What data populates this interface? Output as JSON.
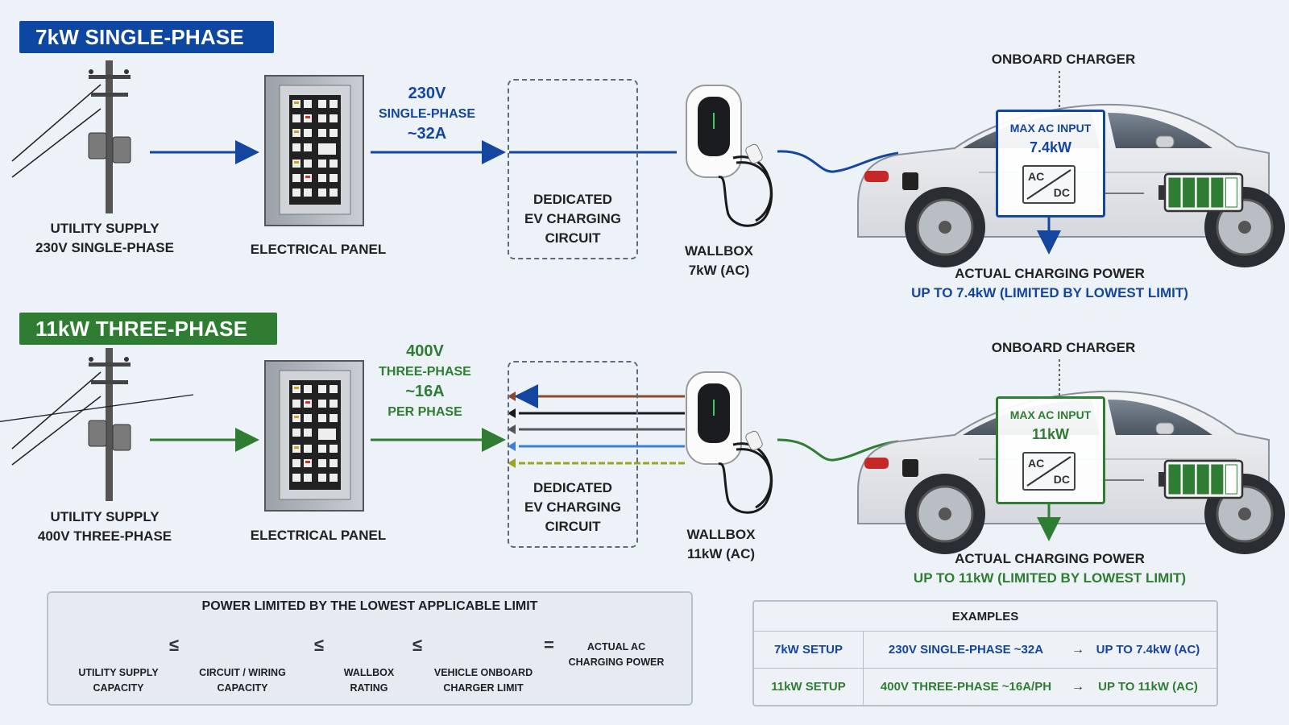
{
  "colors": {
    "blue": "#1446a0",
    "green": "#2e7d32",
    "brown": "#8b4a2b",
    "black": "#1a1a1a",
    "gray": "#555555",
    "lightblue": "#3d7fd6",
    "yellowgreen": "#9aa520"
  },
  "top": {
    "banner": "7kW SINGLE-PHASE",
    "utility_line1": "UTILITY SUPPLY",
    "utility_line2": "230V SINGLE-PHASE",
    "panel_label": "ELECTRICAL PANEL",
    "spec_line1": "230V",
    "spec_line2": "SINGLE-PHASE",
    "spec_line3": "~32A",
    "circuit_line1": "DEDICATED",
    "circuit_line2": "EV CHARGING",
    "circuit_line3": "CIRCUIT",
    "wallbox_line1": "WALLBOX",
    "wallbox_line2": "7kW (AC)",
    "obc_title": "ONBOARD CHARGER",
    "obc_max": "MAX AC INPUT",
    "obc_value": "7.4kW",
    "ac": "AC",
    "dc": "DC",
    "actual_line1": "ACTUAL CHARGING POWER",
    "actual_line2": "UP TO 7.4kW (LIMITED BY LOWEST LIMIT)"
  },
  "bottom": {
    "banner": "11kW THREE-PHASE",
    "utility_line1": "UTILITY SUPPLY",
    "utility_line2": "400V THREE-PHASE",
    "panel_label": "ELECTRICAL PANEL",
    "spec_line1": "400V",
    "spec_line2": "THREE-PHASE",
    "spec_line3": "~16A",
    "spec_line4": "PER PHASE",
    "circuit_line1": "DEDICATED",
    "circuit_line2": "EV CHARGING",
    "circuit_line3": "CIRCUIT",
    "wallbox_line1": "WALLBOX",
    "wallbox_line2": "11kW (AC)",
    "obc_title": "ONBOARD CHARGER",
    "obc_max": "MAX AC INPUT",
    "obc_value": "11kW",
    "ac": "AC",
    "dc": "DC",
    "actual_line1": "ACTUAL CHARGING POWER",
    "actual_line2": "UP TO 11kW (LIMITED BY LOWEST LIMIT)"
  },
  "limits": {
    "title": "POWER LIMITED BY THE LOWEST APPLICABLE LIMIT",
    "items": [
      {
        "line1": "UTILITY SUPPLY",
        "line2": "CAPACITY"
      },
      {
        "line1": "CIRCUIT / WIRING",
        "line2": "CAPACITY"
      },
      {
        "line1": "WALLBOX",
        "line2": "RATING"
      },
      {
        "line1": "VEHICLE ONBOARD",
        "line2": "CHARGER LIMIT"
      },
      {
        "line1": "ACTUAL AC",
        "line2": "CHARGING POWER"
      }
    ],
    "op_le": "≤",
    "op_eq": "="
  },
  "examples": {
    "title": "EXAMPLES",
    "rows": [
      {
        "setup": "7kW SETUP",
        "supply": "230V SINGLE-PHASE ~32A",
        "arrow": "→",
        "result": "UP TO 7.4kW (AC)"
      },
      {
        "setup": "11kW SETUP",
        "supply": "400V THREE-PHASE ~16A/PH",
        "arrow": "→",
        "result": "UP TO 11kW (AC)"
      }
    ]
  },
  "battery_levels": {
    "top": 0.8,
    "bottom": 0.8
  }
}
